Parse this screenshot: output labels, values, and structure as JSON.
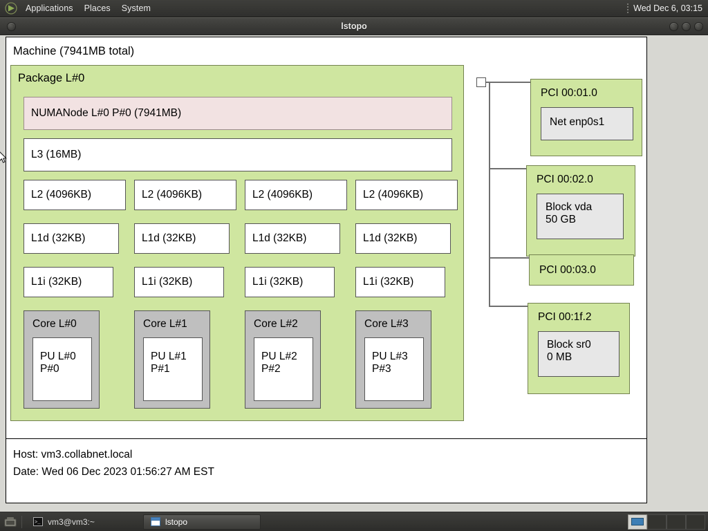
{
  "desktop": {
    "panel": {
      "logo_icon": "gnome-foot-icon",
      "menus": [
        "Applications",
        "Places",
        "System"
      ],
      "grip_icon": "panel-grip-icon",
      "clock": "Wed Dec  6, 03:15"
    },
    "taskbar": {
      "show_desktop_icon": "show-desktop-icon",
      "tasks": [
        {
          "label": "vm3@vm3:~",
          "icon": "terminal-icon",
          "active": false
        },
        {
          "label": "lstopo",
          "icon": "window-icon",
          "active": true
        }
      ],
      "pager_cells": 4,
      "current_workspace": 1
    },
    "cursor_icon": "arrow-cursor-icon"
  },
  "window": {
    "title": "lstopo",
    "menu_icon": "window-menu-icon",
    "buttons": [
      {
        "name": "minimize-button",
        "icon": "minimize-icon"
      },
      {
        "name": "maximize-button",
        "icon": "maximize-icon"
      },
      {
        "name": "close-button",
        "icon": "close-icon"
      }
    ]
  },
  "topology": {
    "machine_label": "Machine (7941MB total)",
    "package_label": "Package L#0",
    "numanode_label": "NUMANode L#0 P#0 (7941MB)",
    "l3_label": "L3 (16MB)",
    "l2": [
      {
        "label": "L2 (4096KB)"
      },
      {
        "label": "L2 (4096KB)"
      },
      {
        "label": "L2 (4096KB)"
      },
      {
        "label": "L2 (4096KB)"
      }
    ],
    "l1d": [
      {
        "label": "L1d (32KB)"
      },
      {
        "label": "L1d (32KB)"
      },
      {
        "label": "L1d (32KB)"
      },
      {
        "label": "L1d (32KB)"
      }
    ],
    "l1i": [
      {
        "label": "L1i (32KB)"
      },
      {
        "label": "L1i (32KB)"
      },
      {
        "label": "L1i (32KB)"
      },
      {
        "label": "L1i (32KB)"
      }
    ],
    "cores": [
      {
        "label": "Core L#0",
        "pu": "PU L#0\nP#0"
      },
      {
        "label": "Core L#1",
        "pu": "PU L#1\nP#1"
      },
      {
        "label": "Core L#2",
        "pu": "PU L#2\nP#2"
      },
      {
        "label": "Core L#3",
        "pu": "PU L#3\nP#3"
      }
    ],
    "pci": [
      {
        "label": "PCI 00:01.0",
        "device": "Net enp0s1"
      },
      {
        "label": "PCI 00:02.0",
        "device": "Block vda\n50 GB"
      },
      {
        "label": "PCI 00:03.0",
        "device": null
      },
      {
        "label": "PCI 00:1f.2",
        "device": "Block sr0\n0 MB"
      }
    ],
    "footer": {
      "host": "Host: vm3.collabnet.local",
      "date": "Date: Wed 06 Dec 2023 01:56:27 AM EST"
    }
  },
  "colors": {
    "package_fill": "#cfe6a0",
    "package_stroke": "#73824f",
    "numanode_fill": "#f2e2e2",
    "cache_fill": "#ffffff",
    "core_fill": "#bfbfbf",
    "pcidev_fill": "#e7e7e7",
    "wire": "#6f6f6f"
  }
}
